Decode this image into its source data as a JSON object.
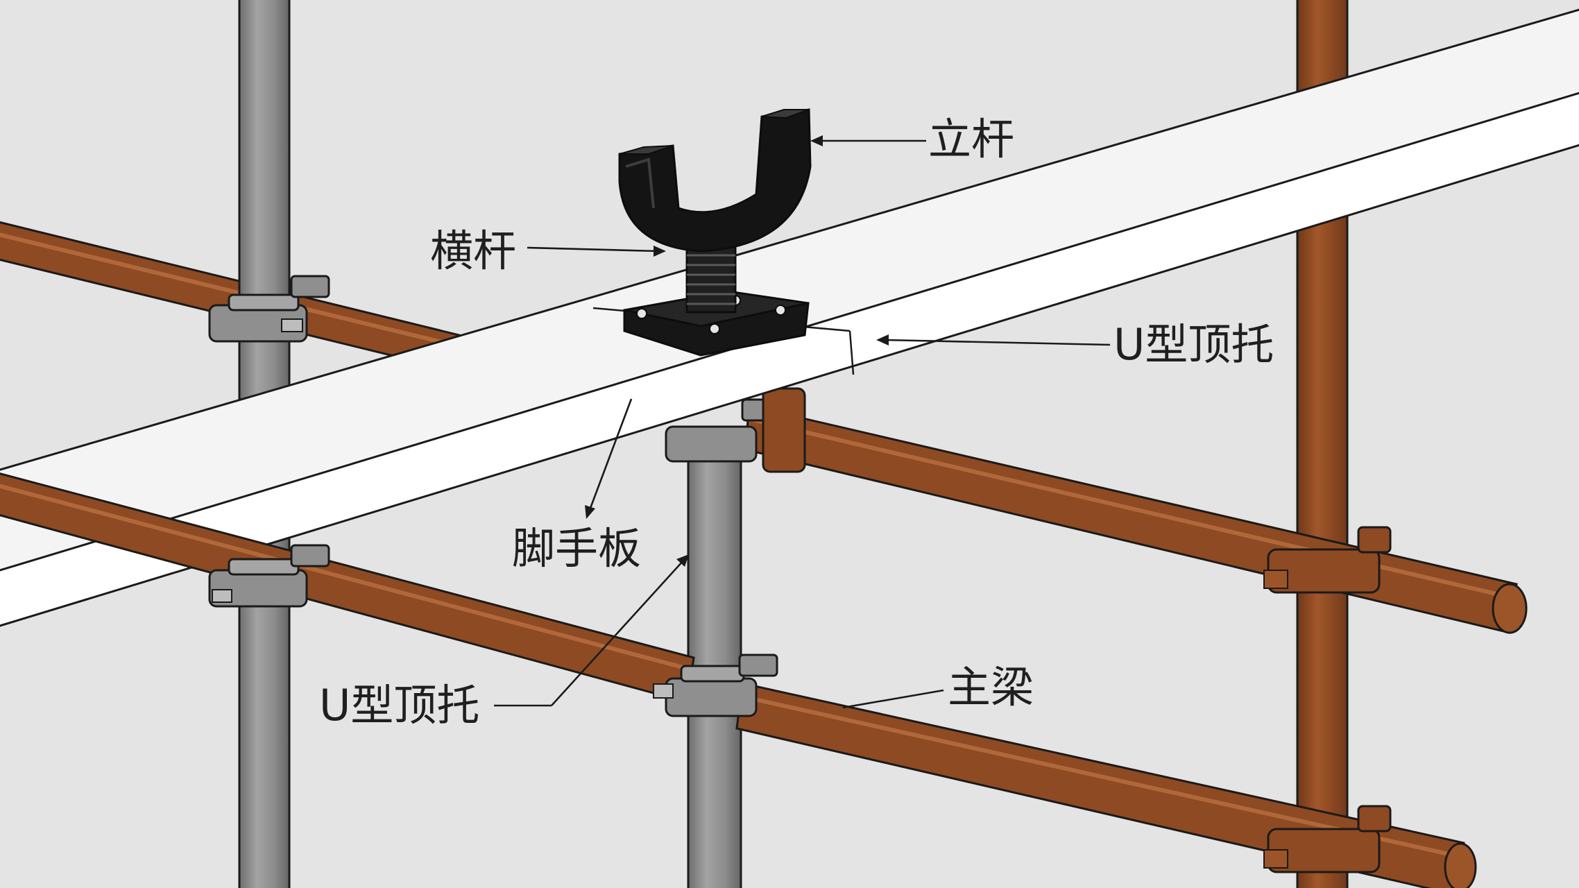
{
  "labels": {
    "upright": "立杆",
    "crossbar": "横杆",
    "u_top_support_right": "U型顶托",
    "scaffold_board": "脚手板",
    "u_top_support_left": "U型顶托",
    "main_beam": "主梁"
  },
  "colors": {
    "background": "#e4e4e4",
    "steel_pipe": "#8a8a8a",
    "wood_pipe": "#8e4a22",
    "board": "#f7f7f7",
    "u_support": "#171717",
    "outline": "#1a1a1a"
  }
}
